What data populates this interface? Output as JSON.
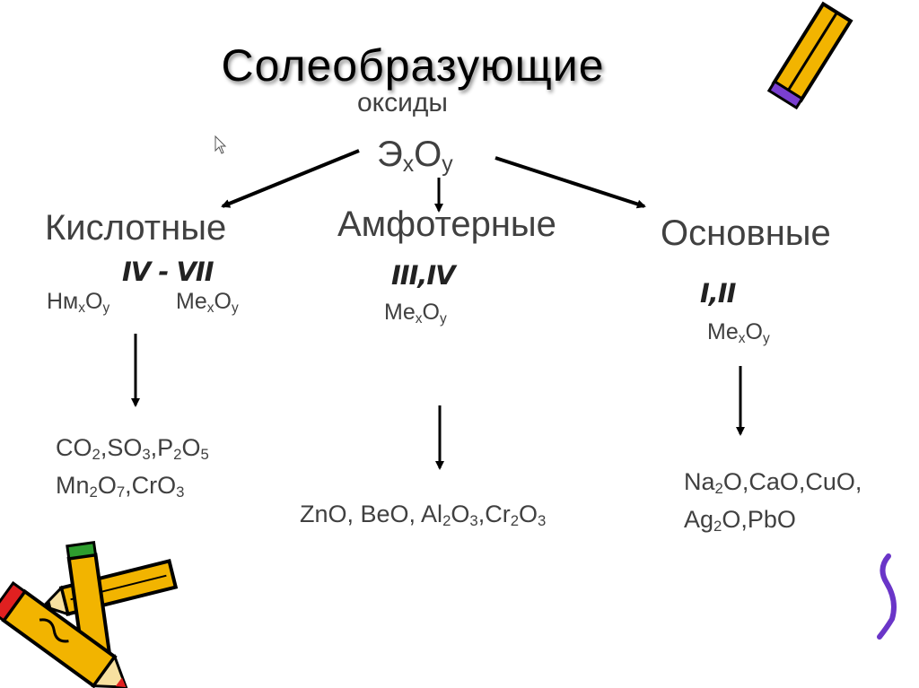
{
  "title": "Солеобразующие",
  "subtitle": "оксиды",
  "general_formula": {
    "e": "Э",
    "x": "x",
    "o": "O",
    "y": "y"
  },
  "categories": {
    "acidic": {
      "label": "Кислотные",
      "valence": "IV - VII",
      "formulas": [
        {
          "elem": "Нм",
          "x": "x",
          "o": "O",
          "y": "y"
        },
        {
          "elem": "Me",
          "x": "x",
          "o": "O",
          "y": "y"
        }
      ],
      "examples": {
        "line1": [
          {
            "t": "CO"
          },
          {
            "s": "2"
          },
          {
            "t": ",SO"
          },
          {
            "s": "3"
          },
          {
            "t": ",P"
          },
          {
            "s": "2"
          },
          {
            "t": "O"
          },
          {
            "s": "5"
          }
        ],
        "line2": [
          {
            "t": "Mn"
          },
          {
            "s": "2"
          },
          {
            "t": "O"
          },
          {
            "s": "7"
          },
          {
            "t": ",CrO"
          },
          {
            "s": "3"
          }
        ]
      }
    },
    "amphoteric": {
      "label": "Амфотерные",
      "valence": "III,IV",
      "formula": {
        "elem": "Me",
        "x": "x",
        "o": "O",
        "y": "y"
      },
      "examples": {
        "line1": [
          {
            "t": "ZnO, BeO, Al"
          },
          {
            "s": "2"
          },
          {
            "t": "O"
          },
          {
            "s": "3"
          },
          {
            "t": ",Cr"
          },
          {
            "s": "2"
          },
          {
            "t": "O"
          },
          {
            "s": "3"
          }
        ]
      }
    },
    "basic": {
      "label": "Основные",
      "valence": "I,II",
      "formula": {
        "elem": "Me",
        "x": "x",
        "o": "O",
        "y": "y"
      },
      "examples": {
        "line1": [
          {
            "t": "Na"
          },
          {
            "s": "2"
          },
          {
            "t": "O,CaO,CuO,"
          }
        ],
        "line2": [
          {
            "t": "Ag"
          },
          {
            "s": "2"
          },
          {
            "t": "O,PbO"
          }
        ]
      }
    }
  },
  "colors": {
    "pencil_body": "#f2b400",
    "pencil_outline": "#000000",
    "pencil_tip": "#e02020",
    "pencil_eraser": "#2e9e2e",
    "squiggle": "#6a35c8"
  }
}
